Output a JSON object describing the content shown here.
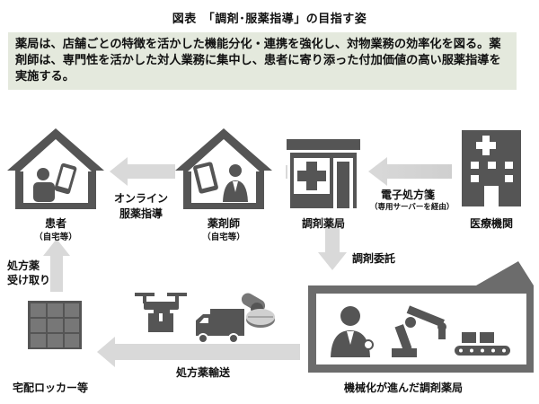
{
  "title": "図表　「調剤･服薬指導」の目指す姿",
  "summary": "薬局は、店舗ごとの特徴を活かした機能分化・連携を強化し、対物業務の効率化を図る。薬剤師は、専門性を活かした対人業務に集中し、患者に寄り添った付加価値の高い服薬指導を実施する。",
  "nodes": {
    "patient": {
      "label": "患者",
      "sub": "（自宅等）",
      "icon": "house-person-smartphone-icon"
    },
    "pharmacist": {
      "label": "薬剤師",
      "sub": "（自宅等）",
      "icon": "house-pharmacist-tablet-icon"
    },
    "dispensing_pharmacy": {
      "label": "調剤薬局",
      "icon": "pharmacy-cross-building-icon"
    },
    "medical_institution": {
      "label": "医療機関",
      "icon": "hospital-building-icon"
    },
    "automated_pharmacy": {
      "label": "機械化が進んだ調剤薬局",
      "icon": "automated-factory-robot-conveyor-icon"
    },
    "locker": {
      "label": "宅配ロッカー等",
      "icon": "delivery-locker-icon"
    }
  },
  "edges": {
    "online": {
      "line1": "オンライン",
      "line2": "服薬指導"
    },
    "eprescription": {
      "label": "電子処方箋",
      "sub": "（専用サーバーを経由）"
    },
    "outsourcing": {
      "label": "調剤委託"
    },
    "transport": {
      "label": "処方薬輸送",
      "icon": "drone-truck-pills-icon"
    },
    "pickup": {
      "line1": "処方薬",
      "line2": "受け取り"
    }
  }
}
